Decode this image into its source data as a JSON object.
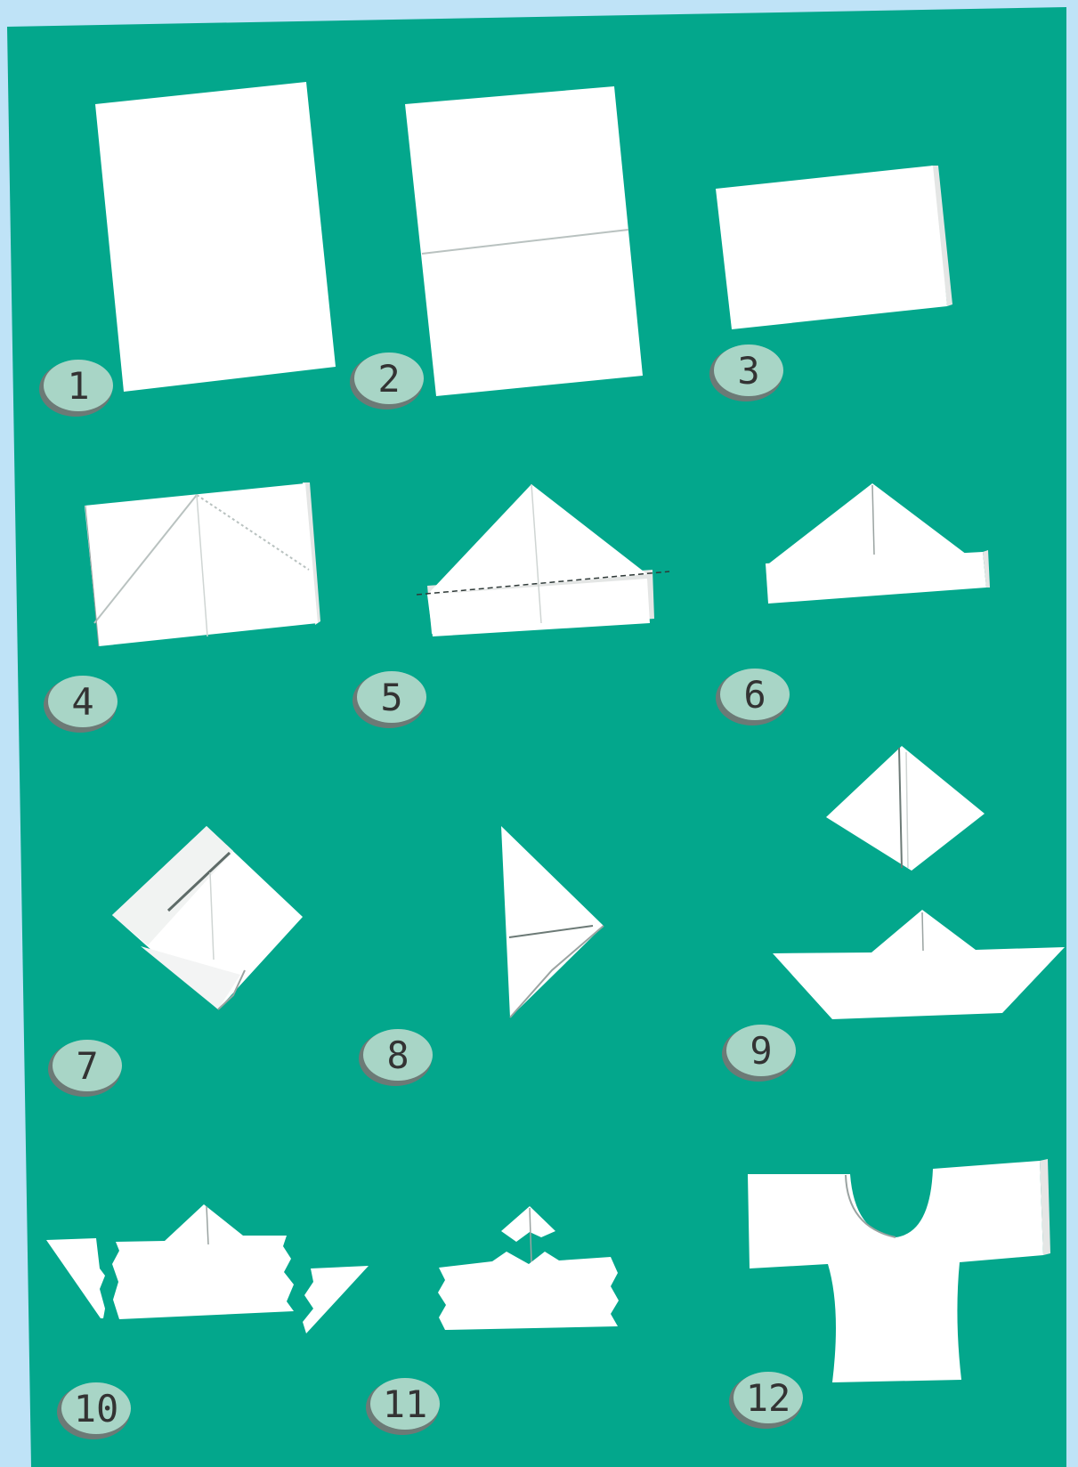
{
  "colors": {
    "frame": "#bfe3f7",
    "board": "#03a78c",
    "paper": "#ffffff",
    "paper_shade": "#e4e6e5",
    "crease": "#b9c2c0",
    "badge": "#a8d5c6",
    "badge_shadow": "#6c7a76",
    "number": "#333333"
  },
  "steps": [
    {
      "number": "1"
    },
    {
      "number": "2"
    },
    {
      "number": "3"
    },
    {
      "number": "4"
    },
    {
      "number": "5"
    },
    {
      "number": "6"
    },
    {
      "number": "7"
    },
    {
      "number": "8"
    },
    {
      "number": "9"
    },
    {
      "number": "10"
    },
    {
      "number": "11"
    },
    {
      "number": "12"
    }
  ]
}
